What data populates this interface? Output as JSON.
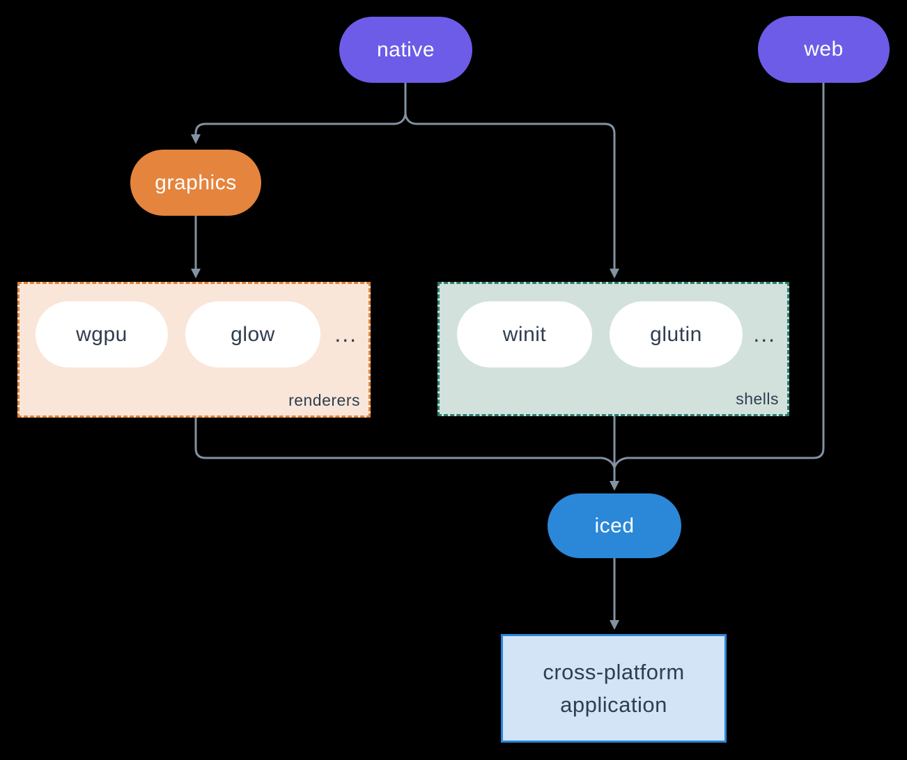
{
  "diagram": {
    "nodes": {
      "native": {
        "label": "native"
      },
      "web": {
        "label": "web"
      },
      "graphics": {
        "label": "graphics"
      },
      "iced": {
        "label": "iced"
      },
      "application": {
        "label_line1": "cross-platform",
        "label_line2": "application"
      }
    },
    "groups": {
      "renderers": {
        "label": "renderers",
        "items": [
          "wgpu",
          "glow"
        ],
        "ellipsis": "..."
      },
      "shells": {
        "label": "shells",
        "items": [
          "winit",
          "glutin"
        ],
        "ellipsis": "..."
      }
    },
    "colors": {
      "background": "#000000",
      "purple": "#6c5ce7",
      "orange": "#e5843d",
      "blue": "#2b87d8",
      "renderers_fill": "#f9e6d8",
      "renderers_border": "#e08136",
      "shells_fill": "#d2e1dc",
      "shells_border": "#2a7d6d",
      "app_fill": "#d3e4f7",
      "app_border": "#2b87d8",
      "pill_fill": "#ffffff",
      "dark_text": "#2f3e4e",
      "light_text": "#ffffff",
      "connector": "#8292a2"
    }
  }
}
